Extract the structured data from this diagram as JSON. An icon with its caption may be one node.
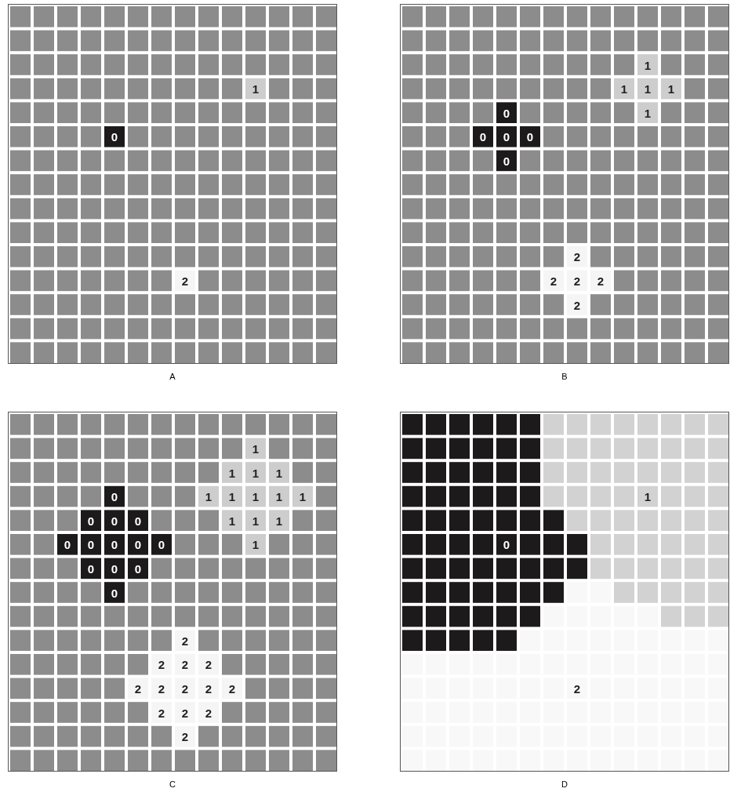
{
  "diagram": {
    "labels": [
      "1",
      "0",
      "2",
      "A",
      "1",
      "1",
      "1",
      "1",
      "0",
      "1",
      "0",
      "0",
      "0",
      "0",
      "2",
      "2",
      "2",
      "2",
      "2",
      "B",
      "1",
      "1",
      "1",
      "1",
      "0",
      "1",
      "1",
      "1",
      "1",
      "1",
      "0",
      "0",
      "0",
      "1",
      "1",
      "1",
      "0",
      "0",
      "0",
      "0",
      "0",
      "1",
      "0",
      "0",
      "0",
      "0",
      "2",
      "2",
      "2",
      "2",
      "2",
      "2",
      "2",
      "2",
      "2",
      "2",
      "2",
      "2",
      "2",
      "C",
      "1",
      "0",
      "2",
      "D"
    ]
  }
}
